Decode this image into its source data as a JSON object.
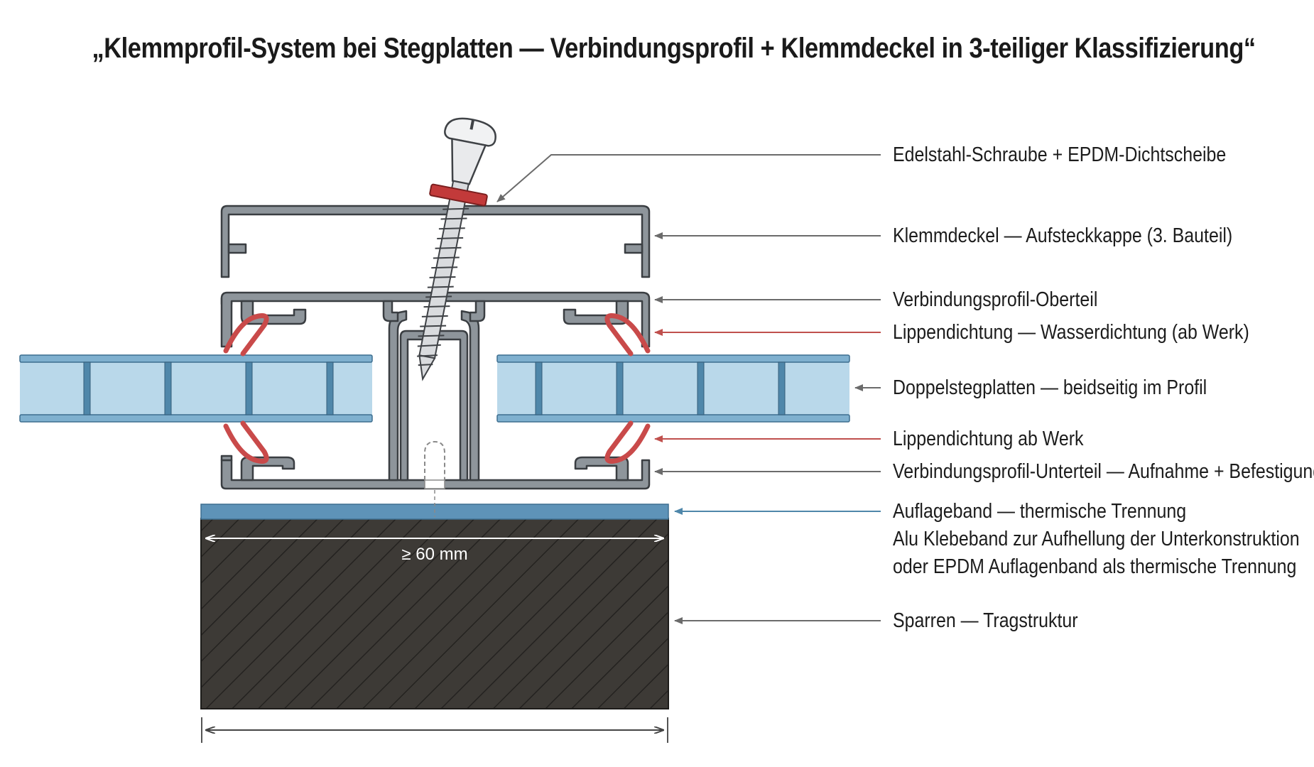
{
  "title": "„Klemmprofil-System bei Stegplatten — Verbindungsprofil + Klemmdeckel in 3-teiliger Klassifizierung“",
  "labels": {
    "screw": "Edelstahl-Schraube + EPDM-Dichtscheibe",
    "cap": "Klemmdeckel — Aufsteckkappe (3. Bauteil)",
    "upper": "Verbindungsprofil-Oberteil",
    "lip_top": "Lippendichtung — Wasserdichtung (ab Werk)",
    "panels": "Doppelstegplatten — beidseitig im Profil",
    "lip_bottom": "Lippendichtung ab Werk",
    "lower": "Verbindungsprofil-Unterteil — Aufnahme + Befestigung",
    "tape_1": "Auflageband — thermische Trennung",
    "tape_2": "Alu Klebeband zur Aufhellung der Unterkonstruktion",
    "tape_3": "oder EPDM Auflagenband als thermische Trennung",
    "rafter": "Sparren — Tragstruktur"
  },
  "dimension": "≥ 60 mm",
  "colors": {
    "profile": "#8e959b",
    "profile_outline": "#3a3e42",
    "seal": "#c94a4a",
    "washer": "#c23a3a",
    "panel_fill": "#b9d8ea",
    "panel_edge": "#4f87aa",
    "tape": "#5e93b8",
    "rafter": "#3d3a36",
    "leader_grey": "#6b6b6b",
    "leader_red": "#c0504d",
    "leader_blue": "#4f87aa"
  }
}
